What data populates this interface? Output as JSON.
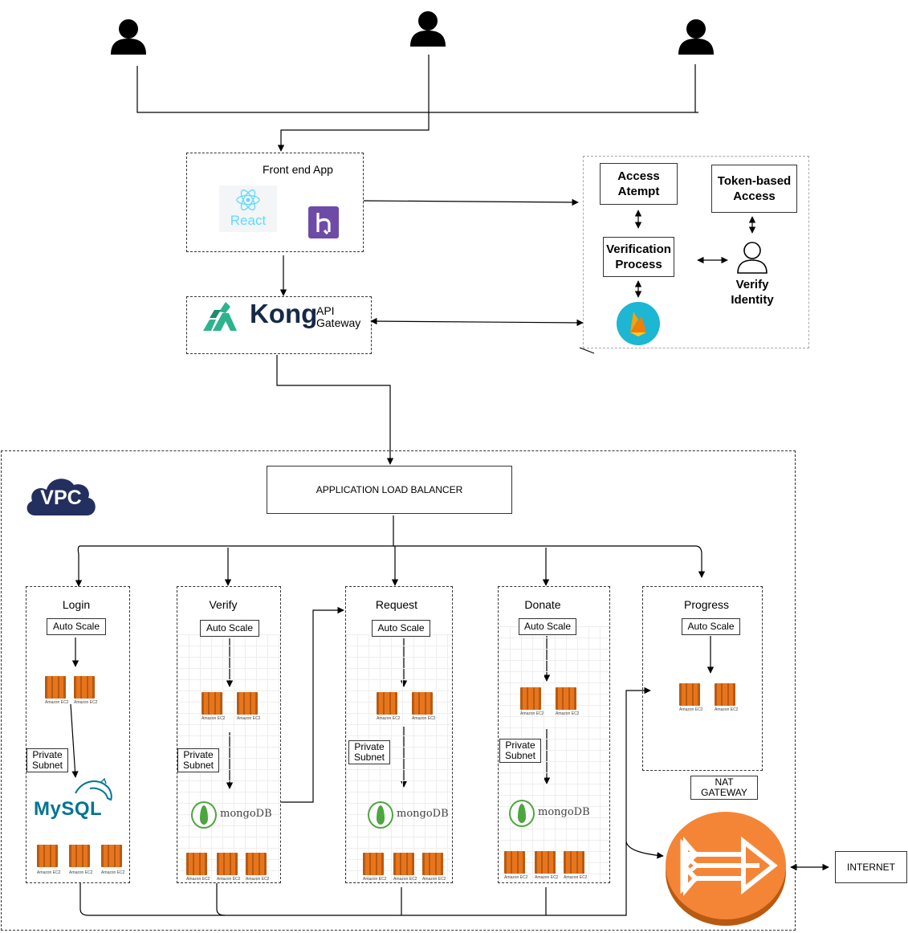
{
  "frontend": {
    "title": "Front end App",
    "react_label": "React"
  },
  "gateway": {
    "kong_label": "Kong",
    "api_label_1": "API",
    "api_label_2": "Gateway"
  },
  "auth": {
    "access_attempt": [
      "Access",
      "Atempt"
    ],
    "token_access": [
      "Token-based",
      "Access"
    ],
    "verification": [
      "Verification",
      "Process"
    ],
    "verify_identity": [
      "Verify",
      "Identity"
    ]
  },
  "vpc": {
    "badge": "VPC"
  },
  "alb": {
    "label": "APPLICATION LOAD BALANCER"
  },
  "services": [
    {
      "name": "Login",
      "auto_scale": "Auto Scale",
      "private_subnet": [
        "Private",
        "Subnet"
      ],
      "db": "MySQL"
    },
    {
      "name": "Verify",
      "auto_scale": "Auto Scale",
      "private_subnet": [
        "Private",
        "Subnet"
      ],
      "db": "mongoDB"
    },
    {
      "name": "Request",
      "auto_scale": "Auto Scale",
      "private_subnet": [
        "Private",
        "Subnet"
      ],
      "db": "mongoDB"
    },
    {
      "name": "Donate",
      "auto_scale": "Auto Scale",
      "private_subnet": [
        "Private",
        "Subnet"
      ],
      "db": "mongoDB"
    },
    {
      "name": "Progress",
      "auto_scale": "Auto Scale"
    }
  ],
  "ec2_caption": "Amazon EC2",
  "nat": {
    "label": [
      "NAT",
      "GATEWAY"
    ]
  },
  "internet": {
    "label": "INTERNET"
  },
  "colors": {
    "ec2_orange": "#E7751C",
    "ec2_dark": "#B85A12",
    "nat_orange": "#F58536",
    "heroku_purple": "#6F4BA8",
    "react_blue": "#61DAFB",
    "kong_navy": "#15294A",
    "kong_teal": "#2DB38E",
    "vpc_navy": "#232F5E",
    "firebase_teal": "#1DB6D3",
    "mongo_green": "#4DA53F",
    "mysql_blue": "#00758F"
  }
}
